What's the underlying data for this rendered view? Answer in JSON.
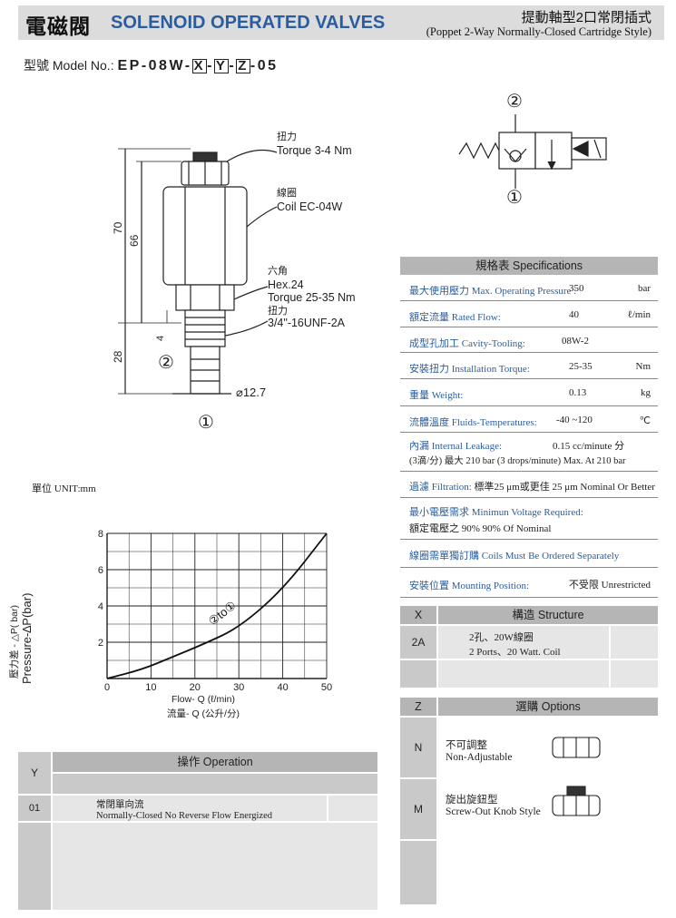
{
  "header": {
    "title_zh": "電磁閥",
    "title_en": "SOLENOID OPERATED VALVES",
    "subtitle_zh": "提動軸型2口常閉插式",
    "subtitle_en": "(Poppet 2-Way Normally-Closed Cartridge Style)"
  },
  "model": {
    "label": "型號 Model No.:",
    "code_prefix": "EP-08W-",
    "x": "X",
    "y": "Y",
    "z": "Z",
    "code_suffix": "-05",
    "dash": "-"
  },
  "drawing": {
    "torque_zh": "扭力",
    "torque_en": "Torque 3-4 Nm",
    "coil_zh": "線圈",
    "coil_en": "Coil EC-04W",
    "hex_zh": "六角",
    "hex_en": "Hex.24",
    "hex_torque": "Torque 25-35 Nm",
    "thread_zh": "扭力",
    "thread_en": "3/4\"-16UNF-2A",
    "dim_70": "70",
    "dim_66": "66",
    "dim_28": "28",
    "dim_4": "4",
    "dim_dia": "⌀12.7",
    "port_1": "①",
    "port_2": "②"
  },
  "unit_note": "單位 UNIT:mm",
  "symbol": {
    "port_top": "②",
    "port_bottom": "①"
  },
  "chart_data": {
    "type": "line",
    "title": "",
    "x": [
      0,
      10,
      20,
      30,
      40,
      50
    ],
    "series": [
      {
        "name": "2to1",
        "values": [
          [
            0,
            0
          ],
          [
            8,
            0.5
          ],
          [
            15,
            1.2
          ],
          [
            22,
            1.9
          ],
          [
            30,
            2.8
          ],
          [
            40,
            4.9
          ],
          [
            50,
            8.0
          ]
        ]
      }
    ],
    "xlabel_en": "Flow- Q (ℓ/min)",
    "xlabel_zh": "流量- Q (公升/分)",
    "ylabel_zh": "壓力差 - △P( bar)",
    "ylabel_en": "Pressure-∆P(bar)",
    "xlim": [
      0,
      50
    ],
    "ylim": [
      0,
      8
    ],
    "x_ticks": [
      "0",
      "10",
      "20",
      "30",
      "40",
      "50"
    ],
    "y_ticks": [
      "2",
      "4",
      "6",
      "8"
    ],
    "annotation": "②to①",
    "grid": true
  },
  "spec": {
    "header": "規格表 Specifications",
    "rows": [
      {
        "label": "最大使用壓力 Max. Operating Pressure :",
        "value": "350",
        "unit": "bar"
      },
      {
        "label": "額定流量 Rated Flow:",
        "value": "40",
        "unit": "ℓ/min"
      },
      {
        "label": "成型孔加工 Cavity-Tooling:",
        "value": "08W-2",
        "unit": ""
      },
      {
        "label": "安裝扭力 Installation Torque:",
        "value": "25-35",
        "unit": "Nm"
      },
      {
        "label": "重量 Weight:",
        "value": "0.13",
        "unit": "kg"
      },
      {
        "label": "流體溫度 Fluids-Temperatures:",
        "value": "-40 ~120",
        "unit": "℃"
      }
    ],
    "leak_label": "內漏 Internal Leakage:",
    "leak_value": "0.15 cc/minute 分",
    "leak_detail": "(3滴/分) 最大 210 bar   (3 drops/minute) Max. At 210 bar",
    "filter_label": "過濾 Filtration:",
    "filter_text": "標準25 μm或更佳 25 μm Nominal Or Better",
    "minv_label": "最小電壓需求 Minimun Voltage Required:",
    "minv_text": "額定電壓之 90%      90% Of Nominal",
    "coil_order": "線圈需單獨訂購 Coils Must Be Ordered Separately",
    "mount_label": "安裝位置 Mounting Position:",
    "mount_value": "不受限  Unrestricted"
  },
  "structure": {
    "col_key": "X",
    "header": "構造 Structure",
    "rows": [
      {
        "key": "2A",
        "zh": "2孔、20W線圈",
        "en": "2 Ports、20 Watt. Coil"
      }
    ]
  },
  "options": {
    "col_key": "Z",
    "header": "選購 Options",
    "rows": [
      {
        "key": "N",
        "zh": "不可調整",
        "en": "Non-Adjustable"
      },
      {
        "key": "M",
        "zh": "旋出旋鈕型",
        "en": "Screw-Out Knob Style"
      }
    ]
  },
  "operation": {
    "col_key": "Y",
    "header": "操作 Operation",
    "rows": [
      {
        "key": "01",
        "zh": "常閉單向流",
        "en": "Normally-Closed No Reverse Flow Energized"
      }
    ]
  },
  "colors": {
    "accent": "#2a5d9f",
    "header_bg": "#dcdcdc",
    "table_head": "#b5b5b5",
    "table_gray": "#c9c9c9"
  }
}
